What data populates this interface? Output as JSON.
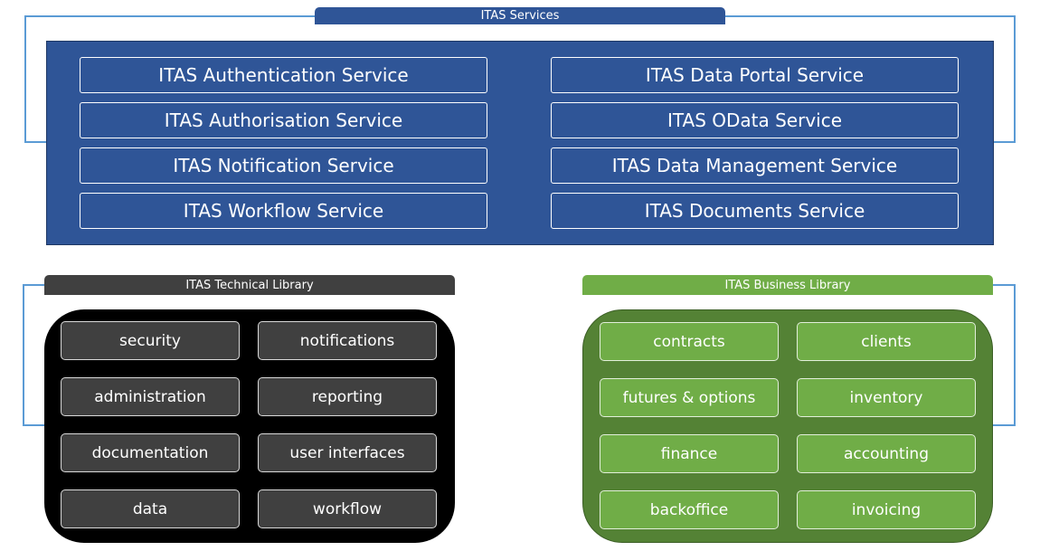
{
  "services": {
    "title": "ITAS Services",
    "left": [
      "ITAS Authentication Service",
      "ITAS Authorisation Service",
      "ITAS Notification Service",
      "ITAS Workflow Service"
    ],
    "right": [
      "ITAS Data Portal Service",
      "ITAS OData Service",
      "ITAS Data Management Service",
      "ITAS Documents Service"
    ]
  },
  "technical_library": {
    "title": "ITAS Technical Library",
    "items": [
      "security",
      "notifications",
      "administration",
      "reporting",
      "documentation",
      "user interfaces",
      "data",
      "workflow"
    ]
  },
  "business_library": {
    "title": "ITAS Business Library",
    "items": [
      "contracts",
      "clients",
      "futures & options",
      "inventory",
      "finance",
      "accounting",
      "backoffice",
      "invoicing"
    ]
  },
  "colors": {
    "services_blue": "#2f5597",
    "bracket_blue": "#5b9bd5",
    "technical_dark": "#404040",
    "business_green": "#70ad47",
    "business_panel": "#548235"
  }
}
